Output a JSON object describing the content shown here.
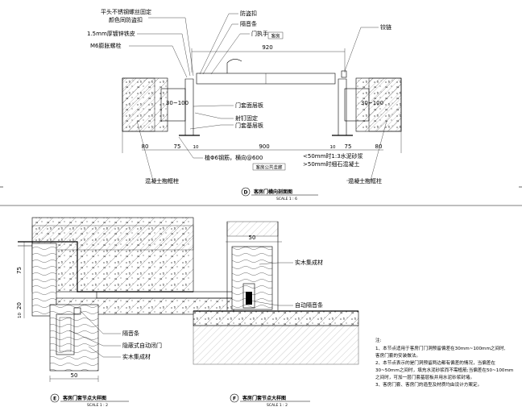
{
  "plan_d": {
    "labels": {
      "screw": "平头不锈钢螺丝固定",
      "screw_cap": "颜色同防盗扣",
      "sheet": "1.5mm厚镀锌铁皮",
      "bolt": "M6膨胀螺栓",
      "anti_theft": "防盗扣",
      "seal_strip": "隔音条",
      "handle": "门执手",
      "room": "客房",
      "hinge": "铰链",
      "trim_face": "门套面层板",
      "nail": "射钉固定",
      "trim_base": "门套基层板",
      "rebar": "植Φ6钢筋，横向@600",
      "mortar": "<50mm时1:3水泥砂浆",
      "concrete_fill": ">50mm时细石混凝土",
      "corridor": "客房公共走廊",
      "col_left": "混凝土抱框柱",
      "col_right": "混凝土抱框柱"
    },
    "dims": {
      "top_width": "920",
      "bottom_width": "900",
      "range_left": "30~100",
      "range_right": "30~100",
      "d80": "80",
      "d75a": "75",
      "d10a": "10",
      "d10b": "10",
      "d75b": "75",
      "d80b": "80"
    },
    "title": {
      "badge": "D",
      "text": "客房门横向剖面图",
      "scale": "SCALE 1 : 6"
    }
  },
  "detail_e": {
    "labels": {
      "seal": "隔音条",
      "auto_closer": "隐蔽式自动闭门",
      "solid_wood": "实木集成材"
    },
    "dims": {
      "v75": "75",
      "v20": "20",
      "v10": "10",
      "w50": "50"
    },
    "title": {
      "badge": "E",
      "text": "客房门套节点大样图",
      "scale": "SCALE 1 : 2"
    }
  },
  "detail_f": {
    "labels": {
      "solid_wood": "实木集成材",
      "auto_seal": "自动隔音条"
    },
    "dims": {
      "w50": "50"
    },
    "title": {
      "badge": "F",
      "text": "客房门套节点大样图",
      "scale": "SCALE 1 : 2"
    }
  },
  "notes": {
    "heading": "注:",
    "lines": [
      "1、本节点适用于客房门门洞预留偏差在30mm~100mm之间时,",
      "   客房门套的安装做法。",
      "2、本节点表示的是门洞预留两边都有偏差的情况，当偏差在",
      "   30~50mm之间时，填充水泥砂浆而不需植筋;当偏差在50~100mm",
      "   之间时，可加一层门套基层板并用水泥砂浆封堵。",
      "3、客房门套、客房门的造型及材质均由设计方案定。"
    ]
  }
}
